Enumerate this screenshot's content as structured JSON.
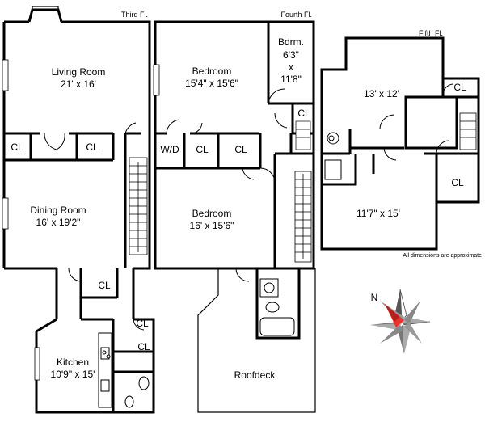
{
  "floors": {
    "third": "Third Fl.",
    "fourth": "Fourth Fl.",
    "fifth": "Fifth Fl."
  },
  "rooms": {
    "living_room": {
      "name": "Living Room",
      "size": "21' x 16'"
    },
    "dining_room": {
      "name": "Dining Room",
      "size": "16' x 19'2\""
    },
    "kitchen": {
      "name": "Kitchen",
      "size": "10'9\" x 15'"
    },
    "bedroom_upper": {
      "name": "Bedroom",
      "size": "15'4\" x 15'6\""
    },
    "bedroom_lower": {
      "name": "Bedroom",
      "size": "16' x 15'6\""
    },
    "bdrm_small": {
      "name": "Bdrm.",
      "size_w": "6'3\"",
      "by": "x",
      "size_h": "11'8\""
    },
    "fifth_room_a": {
      "size": "13' x 12'"
    },
    "fifth_room_b": {
      "size": "11'7\" x 15'"
    },
    "roofdeck": {
      "name": "Roofdeck"
    }
  },
  "closet_label": "CL",
  "wd_label": "W/D",
  "note": "All dimensions are approximate",
  "compass": {
    "label": "N",
    "accent": "#e8322e"
  }
}
